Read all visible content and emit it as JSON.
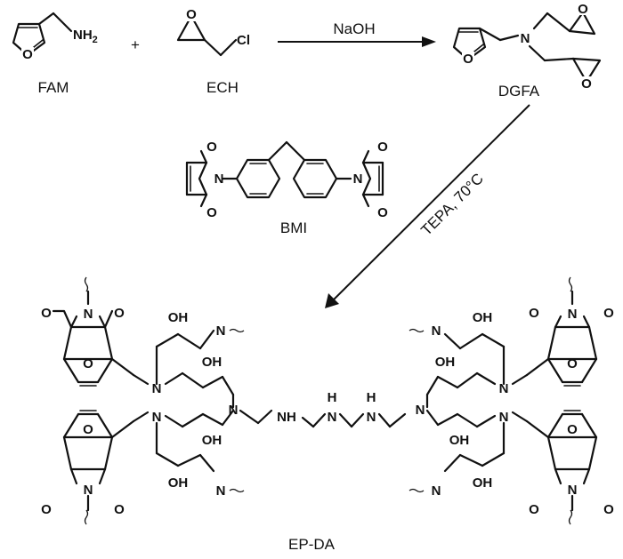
{
  "compounds": {
    "fam": "FAM",
    "ech": "ECH",
    "dgfa": "DGFA",
    "bmi": "BMI",
    "epda": "EP-DA"
  },
  "atoms": {
    "amine": "NH",
    "amine_sub": "2",
    "chlorine": "Cl",
    "nitrogen": "N",
    "oxygen": "O",
    "hydroxyl": "OH",
    "hydrogen": "H",
    "amine_nh": "NH"
  },
  "operators": {
    "plus": "+"
  },
  "conditions": {
    "step1": "NaOH",
    "step2": "TEPA, 70°C"
  }
}
